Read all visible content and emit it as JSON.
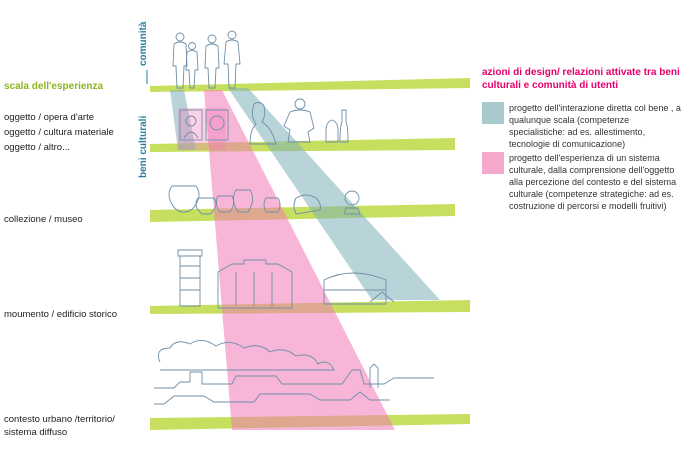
{
  "labels": {
    "comunita": "comunità",
    "scala": "scala dell'esperienza",
    "beni_culturali": "beni culturali",
    "oggetto_arte": "oggetto / opera d'arte",
    "oggetto_cultura": "oggetto / cultura materiale",
    "oggetto_altro": "oggetto / altro...",
    "collezione": "collezione / museo",
    "monumento": "moumento / edificio storico",
    "contesto_1": "contesto urbano /territorio/",
    "contesto_2": "sistema diffuso"
  },
  "legend": {
    "title": "azioni di design/  relazioni attivate tra beni culturali e comunità di utenti",
    "items": [
      {
        "color": "#a7c9cc",
        "text": "progetto dell'interazione diretta col bene , a qualunque scala (competenze specialistiche: ad es. allestimento, tecnologie di comunicazione)"
      },
      {
        "color": "#f6a8cf",
        "text": "progetto dell'esperienza di un sistema culturale, dalla  comprensione dell'oggetto alla percezione  del contesto e del sistema culturale (competenze strategiche: ad es. costruzione di percorsi e modelli fruitivi)"
      }
    ]
  },
  "colors": {
    "green": "#b9d84a",
    "teal": "#7fb0b8",
    "pink": "#f07ab6",
    "line": "#6f8fa8"
  }
}
